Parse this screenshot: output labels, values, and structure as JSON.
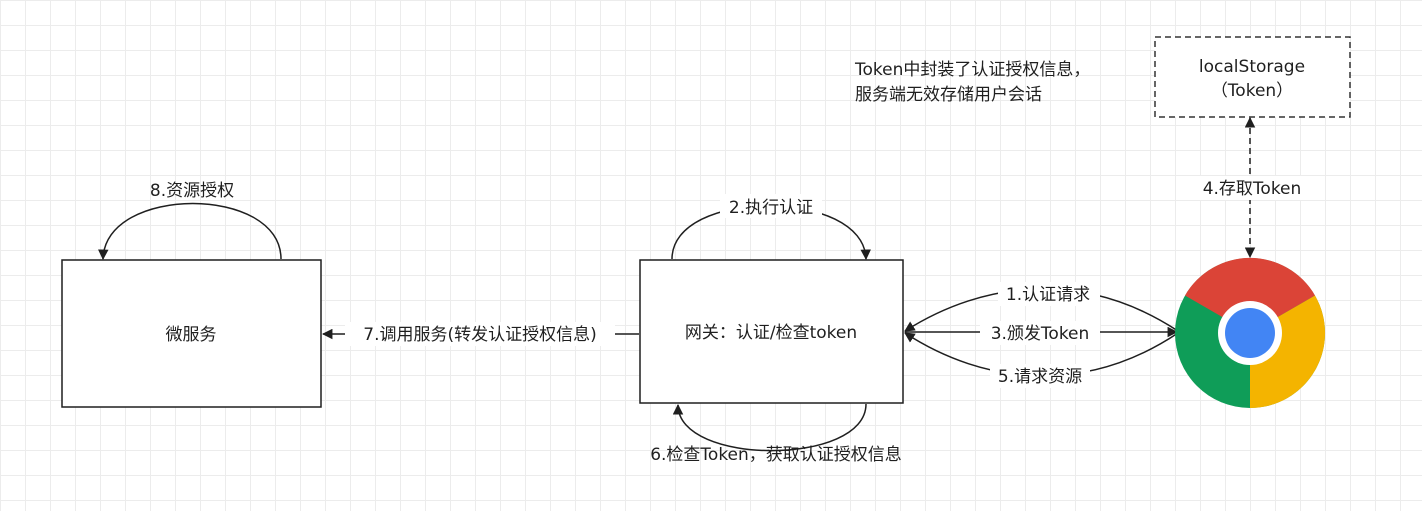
{
  "nodes": {
    "microservice": "微服务",
    "gateway": "网关：认证/检查token",
    "storage_line1": "localStorage",
    "storage_line2": "（Token）"
  },
  "note": {
    "line1": "Token中封装了认证授权信息，",
    "line2": "服务端无效存储用户会话"
  },
  "edges": {
    "step1": "1.认证请求",
    "step2": "2.执行认证",
    "step3": "3.颁发Token",
    "step4": "4.存取Token",
    "step5": "5.请求资源",
    "step6": "6.检查Token，获取认证授权信息",
    "step7": "7.调用服务(转发认证授权信息)",
    "step8": "8.资源授权"
  },
  "browser": {
    "icon": "chrome-icon",
    "colors": {
      "red": "#DB4437",
      "green": "#0F9D58",
      "yellow": "#F4B400",
      "blue": "#4285F4"
    }
  }
}
